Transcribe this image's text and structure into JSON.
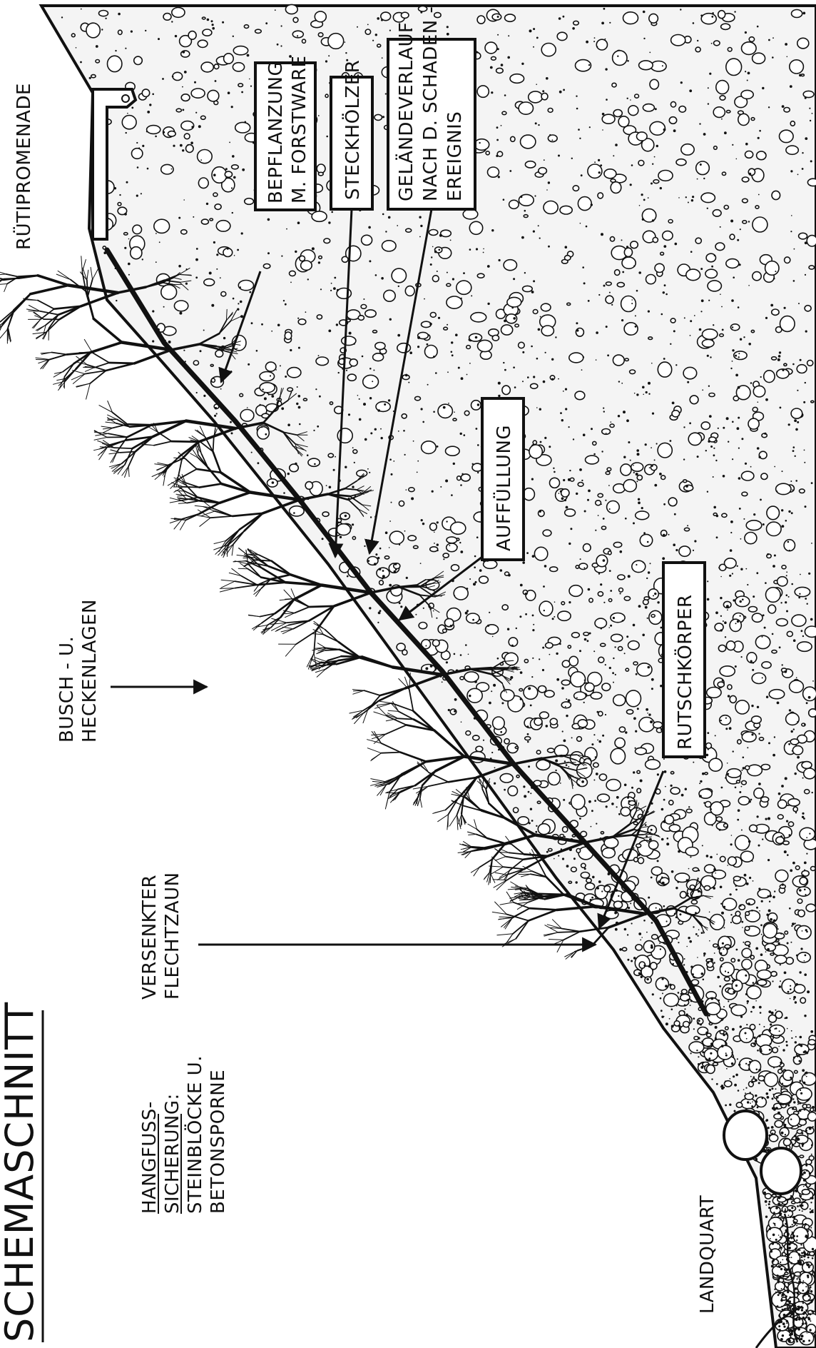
{
  "title": "SCHEMASCHNITT",
  "labels": {
    "ruetipromenade": "RÜTIPROMENADE",
    "bepflanzung": [
      "BEPFLANZUNG",
      "M. FORSTWARE"
    ],
    "steckhoelzer": [
      "STECKHÖLZER"
    ],
    "gelaendeverlauf": [
      "GELÄNDEVERLAUF",
      "NACH D. SCHADEN -",
      "EREIGNIS"
    ],
    "auffuellung": [
      "AUFFÜLLUNG"
    ],
    "rutschkoerper": [
      "RUTSCHKÖRPER"
    ],
    "busch": [
      "BUSCH - U.",
      "HECKENLAGEN"
    ],
    "flechtzaun": [
      "VERSENKTER",
      "FLECHTZAUN"
    ],
    "hangfuss": [
      "HANGFUSS-",
      "SICHERUNG:",
      "STEINBLÖCKE U.",
      "BETONSPORNE"
    ],
    "landquart": "LANDQUART"
  },
  "colors": {
    "ink": "#111111",
    "paper": "#ffffff"
  },
  "icons": [
    "arrow-icon",
    "tree-icon",
    "boulder-icon",
    "wall-icon"
  ]
}
